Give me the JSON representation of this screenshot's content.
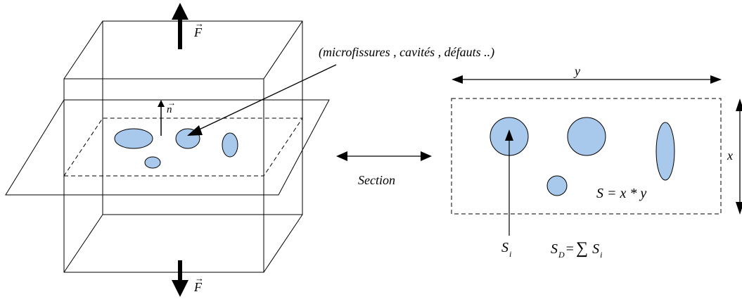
{
  "labels": {
    "force_top": "F",
    "force_bottom": "F",
    "normal": "n",
    "defects": "(microfissures , cavités , défauts ..)",
    "section": "Section",
    "dim_y": "y",
    "dim_x": "x",
    "area_formula": "S = x * y",
    "si_main": "S",
    "si_sub": "i",
    "sd_main": "S",
    "sd_sub": "D",
    "sd_eq": "=",
    "sum_symbol": "∑",
    "sd_term_main": "S",
    "sd_term_sub": "i"
  },
  "colors": {
    "cavity_fill": "#a8c8ec",
    "stroke": "#000000"
  }
}
